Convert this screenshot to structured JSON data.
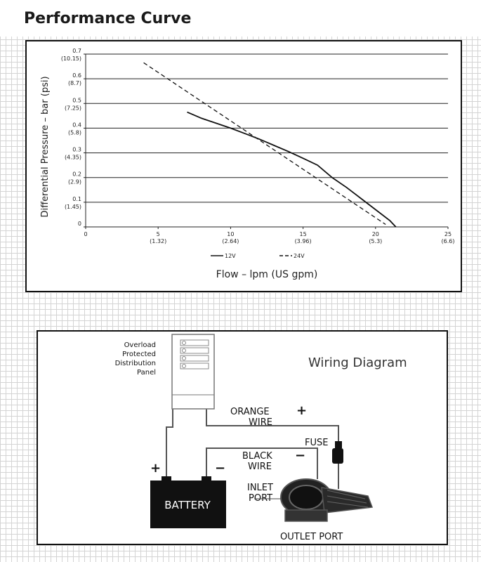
{
  "title": "Performance Curve",
  "chart_data": {
    "type": "line",
    "xlabel": "Flow – lpm (US gpm)",
    "ylabel": "Differential Pressure – bar (psi)",
    "xlim": [
      0,
      25
    ],
    "ylim": [
      0,
      0.7
    ],
    "x_ticks": [
      {
        "value": 0,
        "label": "0",
        "sub": ""
      },
      {
        "value": 5,
        "label": "5",
        "sub": "(1.32)"
      },
      {
        "value": 10,
        "label": "10",
        "sub": "(2.64)"
      },
      {
        "value": 15,
        "label": "15",
        "sub": "(3.96)"
      },
      {
        "value": 20,
        "label": "20",
        "sub": "(5.3)"
      },
      {
        "value": 25,
        "label": "25",
        "sub": "(6.6)"
      }
    ],
    "y_ticks": [
      {
        "value": 0,
        "label": "0",
        "sub": ""
      },
      {
        "value": 0.1,
        "label": "0.1",
        "sub": "(1.45)"
      },
      {
        "value": 0.2,
        "label": "0.2",
        "sub": "(2.9)"
      },
      {
        "value": 0.3,
        "label": "0.3",
        "sub": "(4.35)"
      },
      {
        "value": 0.4,
        "label": "0.4",
        "sub": "(5.8)"
      },
      {
        "value": 0.5,
        "label": "0.5",
        "sub": "(7.25)"
      },
      {
        "value": 0.6,
        "label": "0.6",
        "sub": "(8.7)"
      },
      {
        "value": 0.7,
        "label": "0.7",
        "sub": "(10.15)"
      }
    ],
    "grid": "horizontal",
    "legend_position": "bottom-center",
    "series": [
      {
        "name": "12V",
        "style": "solid",
        "x": [
          7,
          8,
          9,
          10,
          11,
          12,
          13,
          14,
          15,
          16,
          17,
          18,
          19,
          20,
          21,
          21.4
        ],
        "y": [
          0.465,
          0.44,
          0.42,
          0.4,
          0.378,
          0.355,
          0.33,
          0.305,
          0.278,
          0.25,
          0.2,
          0.16,
          0.115,
          0.07,
          0.025,
          0
        ]
      },
      {
        "name": "24V",
        "style": "dashed",
        "x": [
          4,
          20.7
        ],
        "y": [
          0.665,
          0.01
        ]
      }
    ]
  },
  "wiring": {
    "title": "Wiring Diagram",
    "panel_label_lines": [
      "Overload",
      "Protected",
      "Distribution",
      "Panel"
    ],
    "orange_wire_lines": [
      "ORANGE",
      "WIRE"
    ],
    "black_wire_lines": [
      "BLACK",
      "WIRE"
    ],
    "fuse": "FUSE",
    "inlet_port_lines": [
      "INLET",
      "PORT"
    ],
    "outlet_port": "OUTLET PORT",
    "battery": "BATTERY",
    "plus_sign": "+",
    "minus_sign": "−"
  }
}
